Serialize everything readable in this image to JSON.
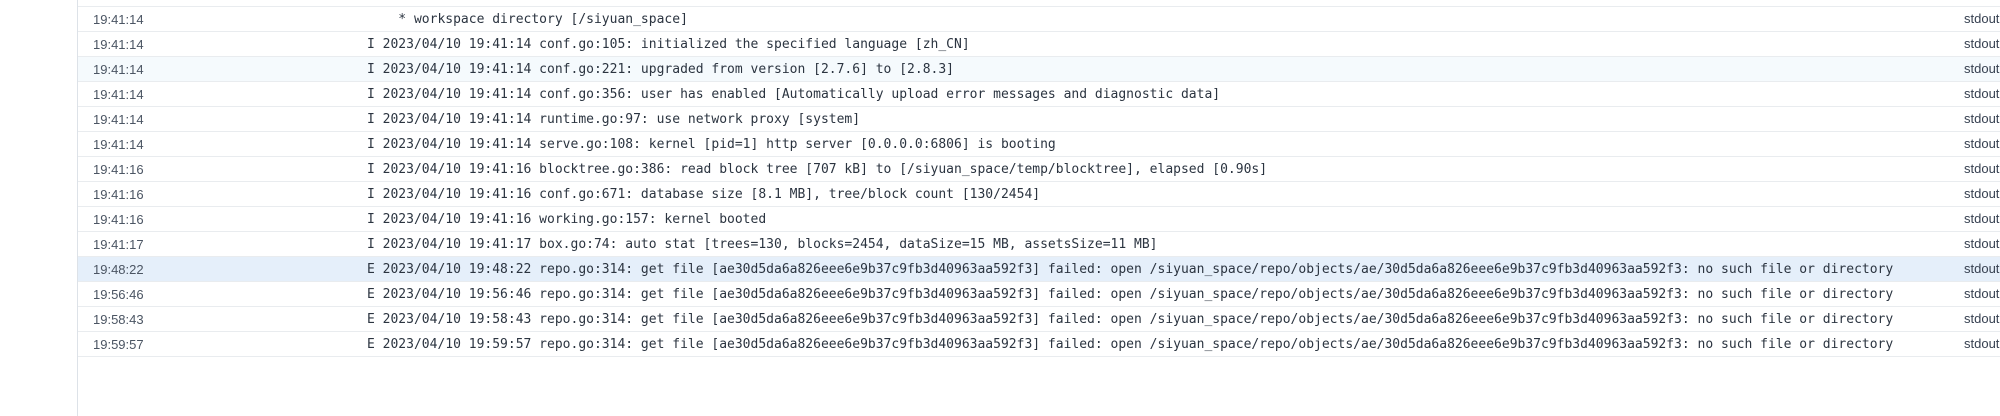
{
  "log_viewer": {
    "stream_label": "stdout",
    "rows": [
      {
        "time": "19:41:14",
        "message": "    * workspace directory [/siyuan_space]",
        "tint": "none"
      },
      {
        "time": "19:41:14",
        "message": "I 2023/04/10 19:41:14 conf.go:105: initialized the specified language [zh_CN]",
        "tint": "none"
      },
      {
        "time": "19:41:14",
        "message": "I 2023/04/10 19:41:14 conf.go:221: upgraded from version [2.7.6] to [2.8.3]",
        "tint": "light"
      },
      {
        "time": "19:41:14",
        "message": "I 2023/04/10 19:41:14 conf.go:356: user has enabled [Automatically upload error messages and diagnostic data]",
        "tint": "none"
      },
      {
        "time": "19:41:14",
        "message": "I 2023/04/10 19:41:14 runtime.go:97: use network proxy [system]",
        "tint": "none"
      },
      {
        "time": "19:41:14",
        "message": "I 2023/04/10 19:41:14 serve.go:108: kernel [pid=1] http server [0.0.0.0:6806] is booting",
        "tint": "none"
      },
      {
        "time": "19:41:16",
        "message": "I 2023/04/10 19:41:16 blocktree.go:386: read block tree [707 kB] to [/siyuan_space/temp/blocktree], elapsed [0.90s]",
        "tint": "none"
      },
      {
        "time": "19:41:16",
        "message": "I 2023/04/10 19:41:16 conf.go:671: database size [8.1 MB], tree/block count [130/2454]",
        "tint": "none"
      },
      {
        "time": "19:41:16",
        "message": "I 2023/04/10 19:41:16 working.go:157: kernel booted",
        "tint": "none"
      },
      {
        "time": "19:41:17",
        "message": "I 2023/04/10 19:41:17 box.go:74: auto stat [trees=130, blocks=2454, dataSize=15 MB, assetsSize=11 MB]",
        "tint": "none"
      },
      {
        "time": "19:48:22",
        "message": "E 2023/04/10 19:48:22 repo.go:314: get file [ae30d5da6a826eee6e9b37c9fb3d40963aa592f3] failed: open /siyuan_space/repo/objects/ae/30d5da6a826eee6e9b37c9fb3d40963aa592f3: no such file or directory",
        "tint": "strong"
      },
      {
        "time": "19:56:46",
        "message": "E 2023/04/10 19:56:46 repo.go:314: get file [ae30d5da6a826eee6e9b37c9fb3d40963aa592f3] failed: open /siyuan_space/repo/objects/ae/30d5da6a826eee6e9b37c9fb3d40963aa592f3: no such file or directory",
        "tint": "none"
      },
      {
        "time": "19:58:43",
        "message": "E 2023/04/10 19:58:43 repo.go:314: get file [ae30d5da6a826eee6e9b37c9fb3d40963aa592f3] failed: open /siyuan_space/repo/objects/ae/30d5da6a826eee6e9b37c9fb3d40963aa592f3: no such file or directory",
        "tint": "none"
      },
      {
        "time": "19:59:57",
        "message": "E 2023/04/10 19:59:57 repo.go:314: get file [ae30d5da6a826eee6e9b37c9fb3d40963aa592f3] failed: open /siyuan_space/repo/objects/ae/30d5da6a826eee6e9b37c9fb3d40963aa592f3: no such file or directory",
        "tint": "none"
      }
    ]
  },
  "colors": {
    "row_separator": "#e9ecef",
    "gutter_divider": "#dde2e8",
    "row_tint_light": "#f5fafd",
    "row_tint_strong": "#e5effa",
    "timestamp_text": "#4b5563",
    "message_text": "#2b3440"
  }
}
